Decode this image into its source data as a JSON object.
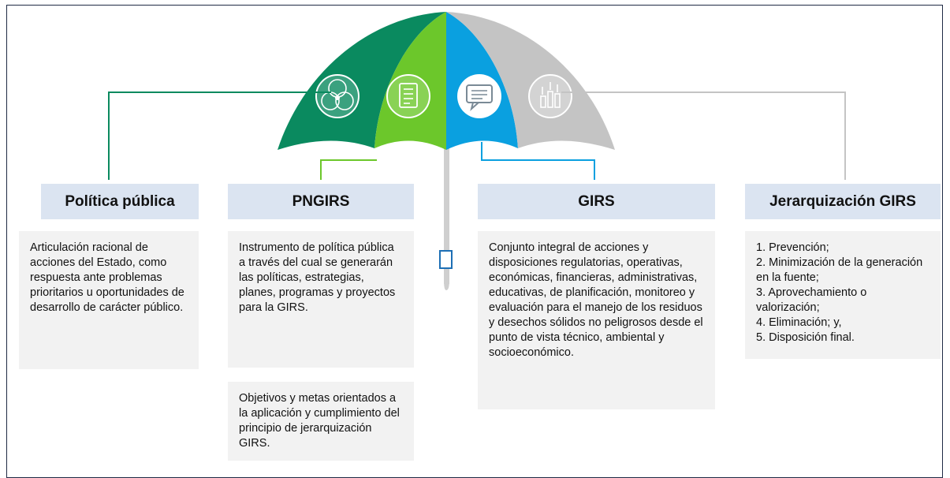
{
  "colors": {
    "dark_green": "#0a8a5f",
    "light_green": "#6cc72b",
    "blue": "#0aa0e0",
    "gray": "#c4c4c4",
    "header_bg": "#dbe4f1",
    "box_bg": "#f2f2f2"
  },
  "icons": [
    "venn-ideas-icon",
    "checklist-document-icon",
    "speech-bubble-icon",
    "raised-hands-bars-icon"
  ],
  "columns": [
    {
      "title": "Política pública",
      "description": "Articulación racional de acciones del Estado, como respuesta ante problemas prioritarios u oportunidades de desarrollo de carácter público."
    },
    {
      "title": "PNGIRS",
      "description": "Instrumento de política pública a través del cual se generarán las políticas, estrategias, planes, programas y proyectos para la GIRS.",
      "secondary": "Objetivos y metas orientados a la aplicación y cumplimiento del principio de jerarquización GIRS."
    },
    {
      "title": "GIRS",
      "description": "Conjunto integral de acciones y disposiciones regulatorias, operativas, económicas, financieras, administrativas, educativas, de planificación, monitoreo y evaluación para el manejo de los residuos y desechos sólidos no peligrosos desde el punto de vista técnico, ambiental y socioeconómico."
    },
    {
      "title": "Jerarquización GIRS",
      "description": "1. Prevención;\n2. Minimización de la generación en la fuente;\n3. Aprovechamiento o valorización;\n4. Eliminación; y,\n5. Disposición final."
    }
  ]
}
